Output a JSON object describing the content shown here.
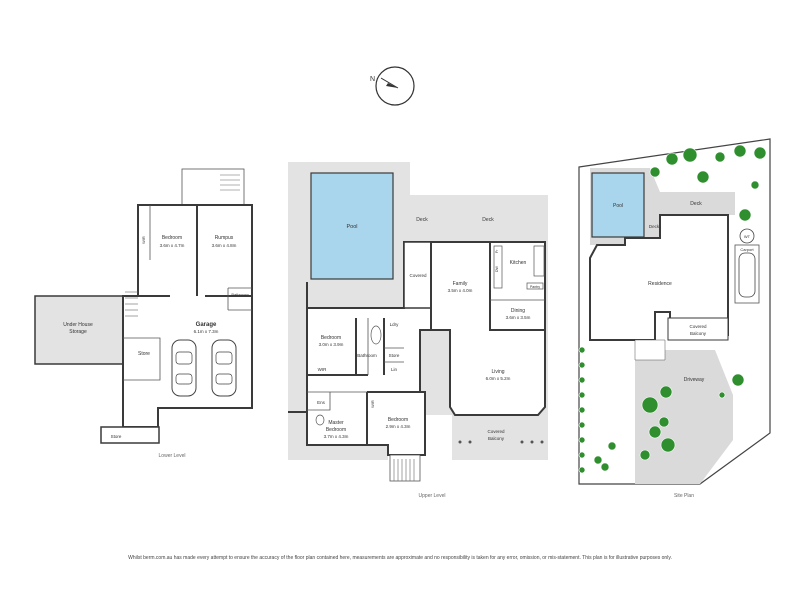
{
  "compass": {
    "north": "N"
  },
  "lower_level": {
    "caption": "Lower Level",
    "rooms": {
      "bedroom": {
        "name": "Bedroom",
        "size": "3.6m x 4.7m"
      },
      "rumpus": {
        "name": "Rumpus",
        "size": "3.6m x 4.8m"
      },
      "wir": "WIR",
      "under_house": {
        "line1": "Under House",
        "line2": "Storage"
      },
      "garage": {
        "name": "Garage",
        "size": "6.1m x 7.3m"
      },
      "bathroom": "Bathroom",
      "store": "Store",
      "store2": "Store"
    }
  },
  "upper_level": {
    "caption": "Upper Level",
    "rooms": {
      "pool": "Pool",
      "deck1": "Deck",
      "deck2": "Deck",
      "covered": "Covered",
      "family": {
        "name": "Family",
        "size": "3.5m x 4.0m"
      },
      "kitchen": "Kitchen",
      "dining": {
        "name": "Dining",
        "size": "3.6m x 3.5m"
      },
      "living": {
        "name": "Living",
        "size": "6.0m x 5.2m"
      },
      "covered_balcony": {
        "line1": "Covered",
        "line2": "Balcony"
      },
      "bedroom": {
        "name": "Bedroom",
        "size": "3.0m x 3.9m"
      },
      "bathroom": "Bathroom",
      "lndry": "Ldry",
      "store": "Store",
      "linen": "Lin",
      "wir": "WIR",
      "ens": "Ens",
      "master": {
        "line1": "Master",
        "line2": "Bedroom",
        "size": "3.7m x 4.3m"
      },
      "bedroom2": {
        "name": "Bedroom",
        "size": "2.9m x 4.3m"
      },
      "wir2": "WIR",
      "fridge": "Fr",
      "dw": "DW",
      "pantry": "Pantry"
    }
  },
  "site_plan": {
    "caption": "Site Plan",
    "labels": {
      "pool": "Pool",
      "deck": "Deck",
      "deck2": "Deck",
      "residence": "Residence",
      "carport": "Carport",
      "wt": "WT",
      "covered_balcony": {
        "line1": "Covered",
        "line2": "Balcony"
      },
      "driveway": "Driveway"
    }
  },
  "disclaimer": "Whilst berm.com.au has made every attempt to ensure the accuracy of the floor plan contained here, measurements are approximate and no responsibility is taken for any error, omission, or mis-statement. This plan is for illustrative purposes only.",
  "colors": {
    "pool": "#a9d6ec",
    "deck": "#dadada",
    "wall": "#3a3a3a",
    "vegetation": "#2f8f2f"
  }
}
